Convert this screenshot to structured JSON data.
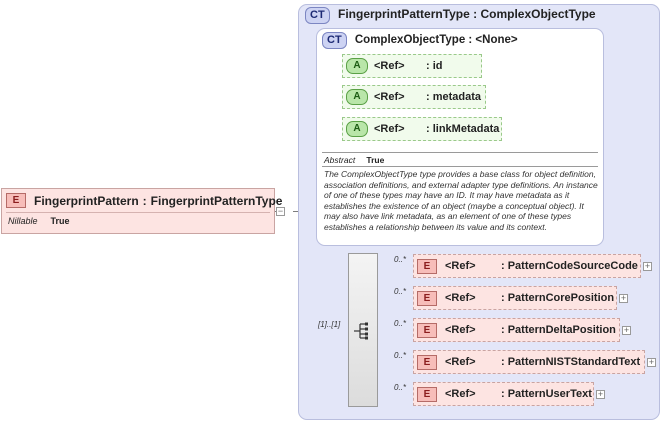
{
  "root_element": {
    "badge": "E",
    "name": "FingerprintPattern",
    "separator": ":",
    "type": "FingerprintPatternType",
    "property": {
      "key": "Nillable",
      "value": "True"
    }
  },
  "outer_type": {
    "badge": "CT",
    "title": "FingerprintPatternType : ComplexObjectType"
  },
  "inner_type": {
    "badge": "CT",
    "title": "ComplexObjectType : <None>",
    "attributes": [
      {
        "badge": "A",
        "ref": "<Ref>",
        "name": ": id"
      },
      {
        "badge": "A",
        "ref": "<Ref>",
        "name": ": metadata"
      },
      {
        "badge": "A",
        "ref": "<Ref>",
        "name": ": linkMetadata"
      }
    ],
    "property": {
      "key": "Abstract",
      "value": "True"
    },
    "documentation": "The ComplexObjectType type provides a base class for object definition, association definitions, and external adapter type definitions. An instance of one of these types may have an ID. It may have metadata as it establishes the existence of an object (maybe a conceptual object). It may also have link metadata, as an element of one of these types establishes a relationship between its value and its context."
  },
  "sequence": {
    "cardinality": "[1]..[1]"
  },
  "elements": [
    {
      "badge": "E",
      "ref": "<Ref>",
      "name": ": PatternCodeSourceCode",
      "card": "0..*"
    },
    {
      "badge": "E",
      "ref": "<Ref>",
      "name": ": PatternCorePosition",
      "card": "0..*"
    },
    {
      "badge": "E",
      "ref": "<Ref>",
      "name": ": PatternDeltaPosition",
      "card": "0..*"
    },
    {
      "badge": "E",
      "ref": "<Ref>",
      "name": ": PatternNISTStandardText",
      "card": "0..*"
    },
    {
      "badge": "E",
      "ref": "<Ref>",
      "name": ": PatternUserText",
      "card": "0..*"
    }
  ],
  "expand_symbol": "+",
  "collapse_symbol": "−"
}
